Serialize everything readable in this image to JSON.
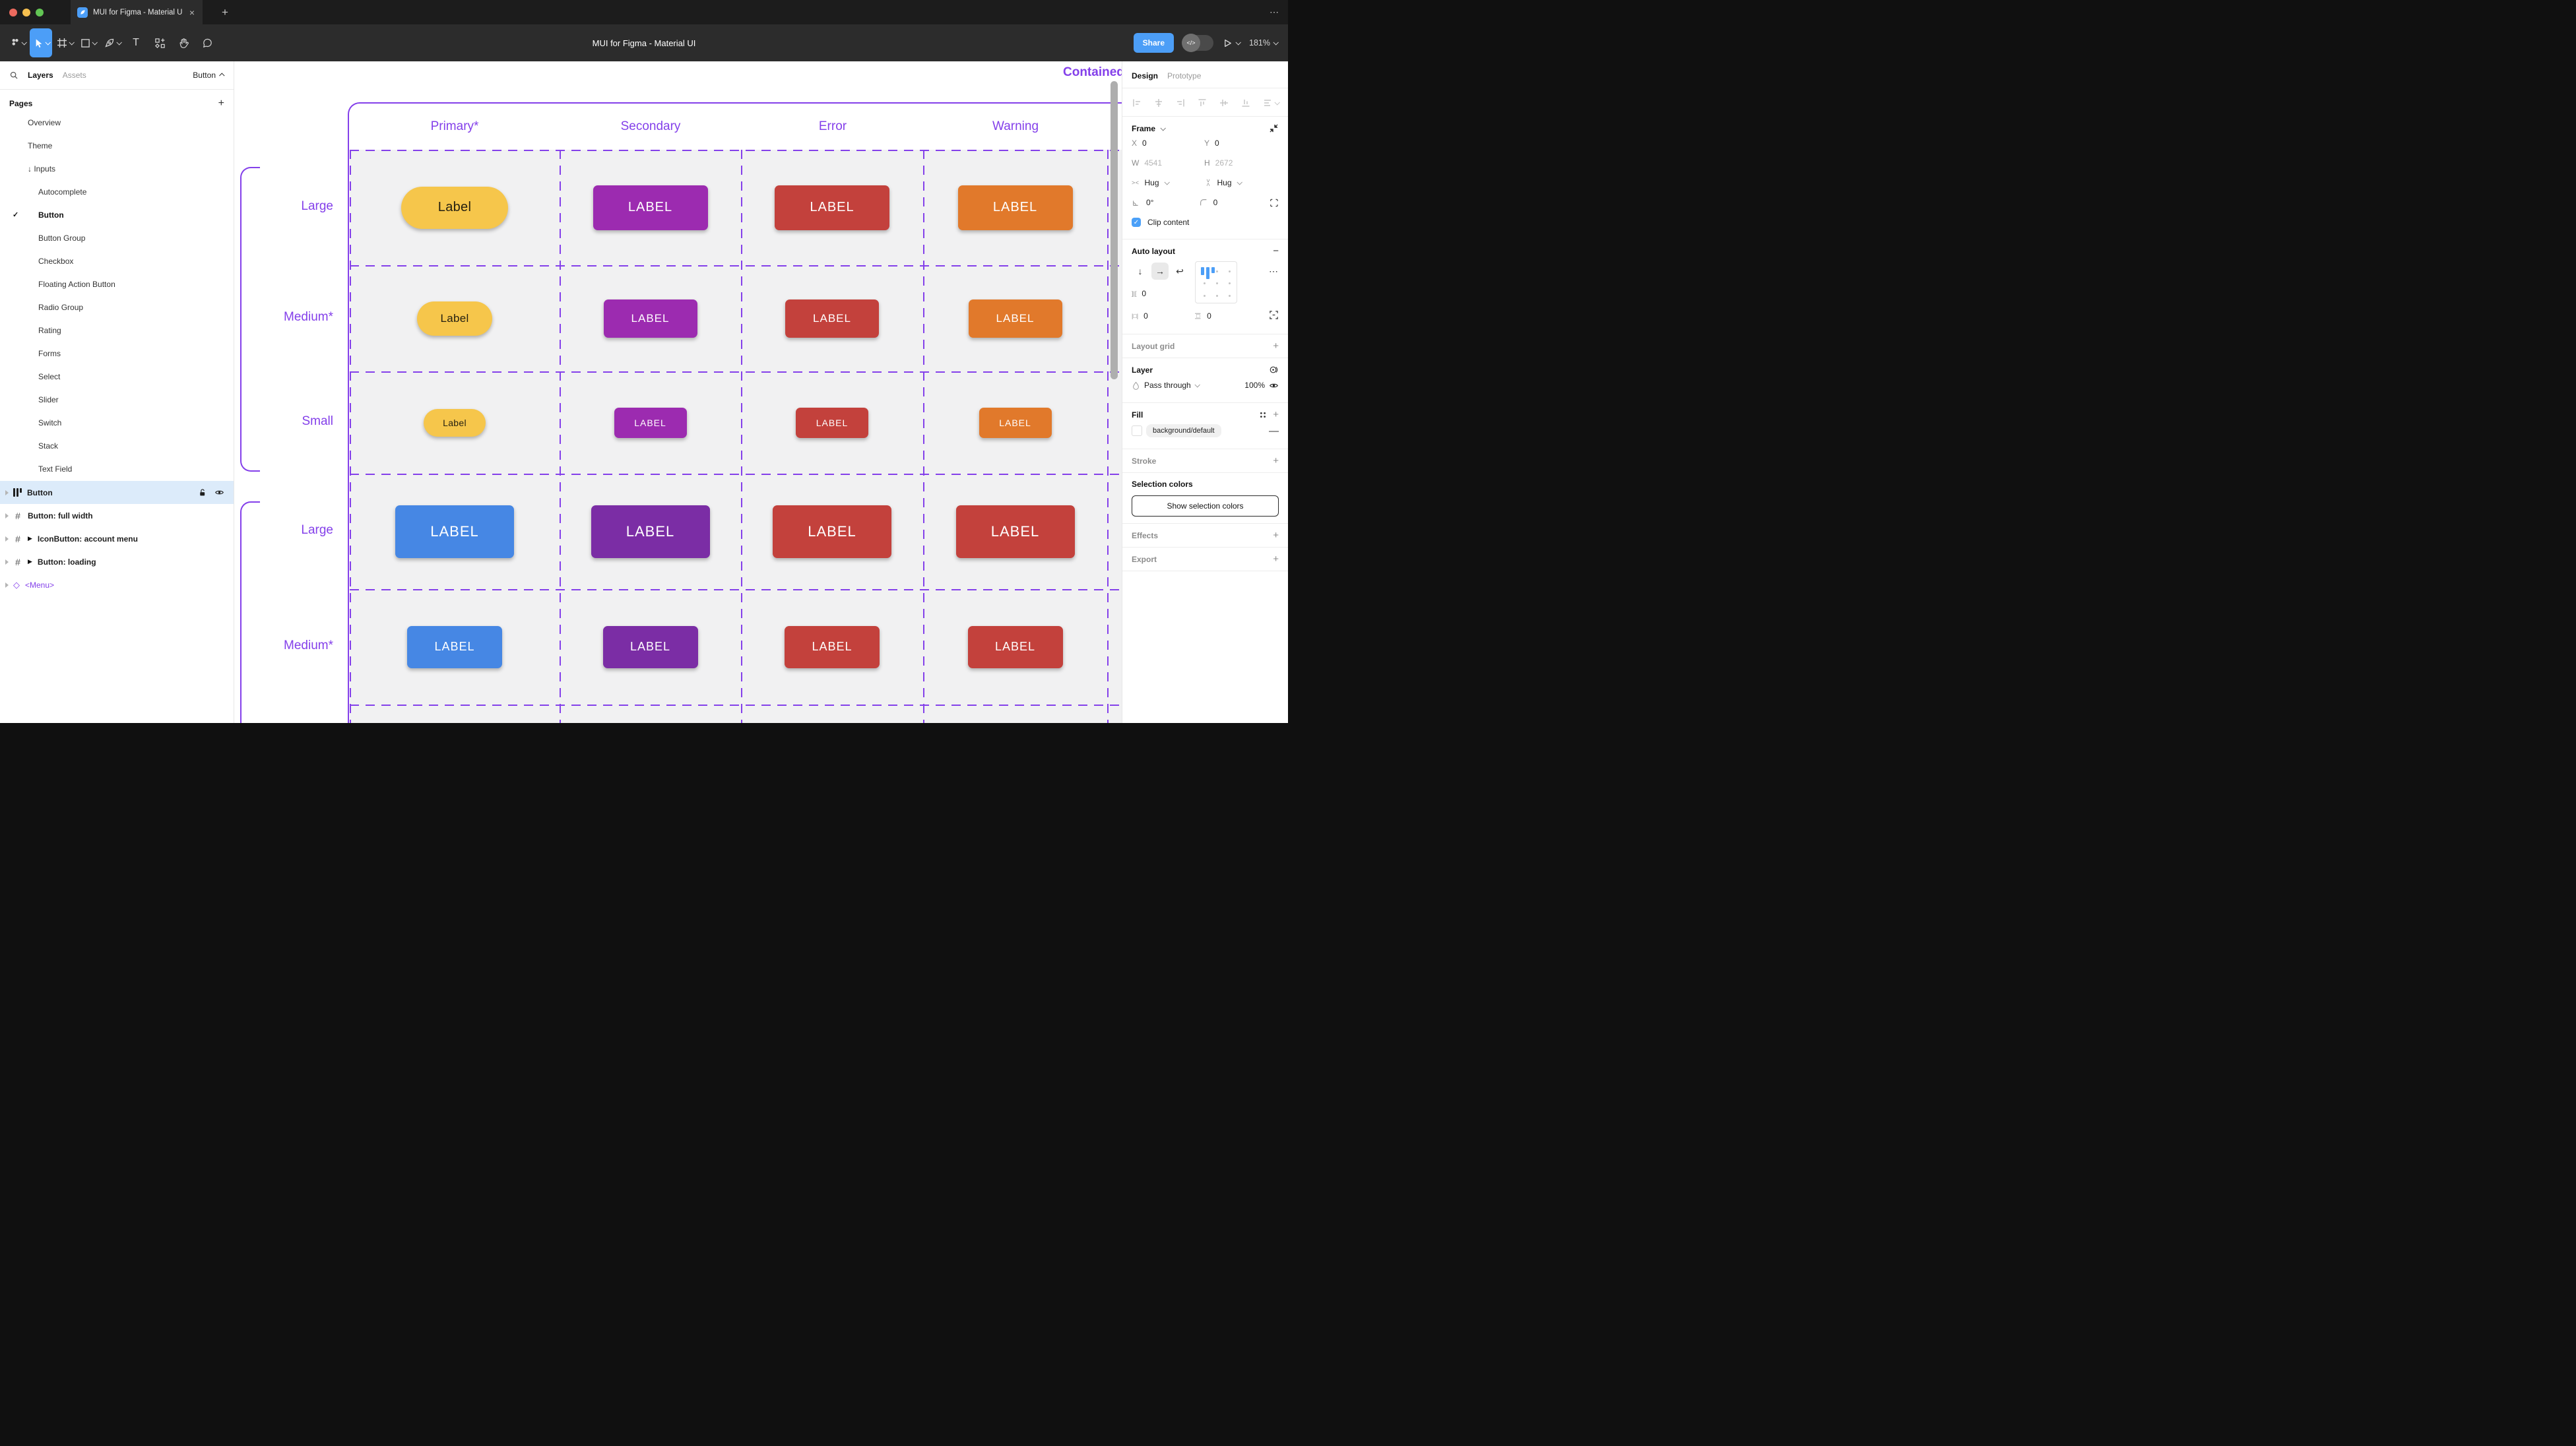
{
  "window": {
    "tab_title": "MUI for Figma - Material UI",
    "close_label": "×",
    "new_tab_label": "+",
    "more_label": "⋯"
  },
  "toolbar": {
    "title": "MUI for Figma - Material UI",
    "share_label": "Share",
    "dev_toggle_label": "</>",
    "zoom_level": "181%",
    "text_tool_label": "T",
    "frame_tool_label": "#"
  },
  "sidebar": {
    "tabs": {
      "layers": "Layers",
      "assets": "Assets",
      "page_selector": "Button"
    },
    "pages_header": "Pages",
    "pages": [
      "Overview",
      "Theme",
      "↓ Inputs",
      "Autocomplete",
      "Button",
      "Button Group",
      "Checkbox",
      "Floating Action Button",
      "Radio Group",
      "Rating",
      "Forms",
      "Select",
      "Slider",
      "Switch",
      "Stack",
      "Text Field"
    ],
    "current_page": "Button",
    "current_page_check": "✓",
    "layers": [
      {
        "name": "Button"
      },
      {
        "name": "Button: full width"
      },
      {
        "name": "IconButton: account menu"
      },
      {
        "name": "Button: loading"
      },
      {
        "name": "<Menu>"
      }
    ],
    "instance_marker": "▶",
    "component_diamond": "◇"
  },
  "canvas": {
    "frame_title": "Contained",
    "columns": [
      "Primary*",
      "Secondary",
      "Error",
      "Warning"
    ],
    "rows": [
      {
        "label": "Large",
        "buttons": [
          {
            "text": "Label"
          },
          {
            "text": "LABEL"
          },
          {
            "text": "LABEL"
          },
          {
            "text": "LABEL"
          }
        ]
      },
      {
        "label": "Medium*",
        "buttons": [
          {
            "text": "Label"
          },
          {
            "text": "LABEL"
          },
          {
            "text": "LABEL"
          },
          {
            "text": "LABEL"
          }
        ]
      },
      {
        "label": "Small",
        "buttons": [
          {
            "text": "Label"
          },
          {
            "text": "LABEL"
          },
          {
            "text": "LABEL"
          },
          {
            "text": "LABEL"
          }
        ]
      },
      {
        "label": "Large",
        "buttons": [
          {
            "text": "LABEL"
          },
          {
            "text": "LABEL"
          },
          {
            "text": "LABEL"
          },
          {
            "text": "LABEL"
          }
        ]
      },
      {
        "label": "Medium*",
        "buttons": [
          {
            "text": "LABEL"
          },
          {
            "text": "LABEL"
          },
          {
            "text": "LABEL"
          },
          {
            "text": "LABEL"
          }
        ]
      }
    ]
  },
  "inspector": {
    "tabs": {
      "design": "Design",
      "prototype": "Prototype"
    },
    "frame": {
      "section": "Frame",
      "x_label": "X",
      "x": "0",
      "y_label": "Y",
      "y": "0",
      "w_label": "W",
      "w": "4541",
      "h_label": "H",
      "h": "2672",
      "h_sizing": "Hug",
      "v_sizing": "Hug",
      "rotation": "0°",
      "corner_radius": "0",
      "clip_label": "Clip content"
    },
    "auto_layout": {
      "title": "Auto layout",
      "down_arrow": "↓",
      "right_arrow": "→",
      "wrap_arrow": "↩",
      "gap": "0",
      "gap_icon": "]|[",
      "padding_h": "0",
      "padding_h_icon": "|□|",
      "padding_v": "0",
      "more": "⋯"
    },
    "layout_grid": "Layout grid",
    "layer": {
      "title": "Layer",
      "blend_mode": "Pass through",
      "opacity": "100%"
    },
    "fill": {
      "title": "Fill",
      "style_name": "background/default",
      "remove": "—"
    },
    "stroke": "Stroke",
    "selection_colors": {
      "title": "Selection colors",
      "button": "Show selection colors"
    },
    "effects": "Effects",
    "export": "Export"
  },
  "colors": {
    "accent_blue": "#4c9ef7",
    "canvas_purple": "#8440ea",
    "btn_amber": "#f6c64b",
    "btn_purple": "#9c2bb0",
    "btn_purple_dark": "#7b2da5",
    "btn_red": "#c3413c",
    "btn_orange": "#e1792b",
    "btn_blue": "#4687e4",
    "selected_row": "#dcebfa",
    "traffic_red": "#ec6a5e",
    "traffic_yellow": "#f5bf4f",
    "traffic_green": "#62c554"
  }
}
